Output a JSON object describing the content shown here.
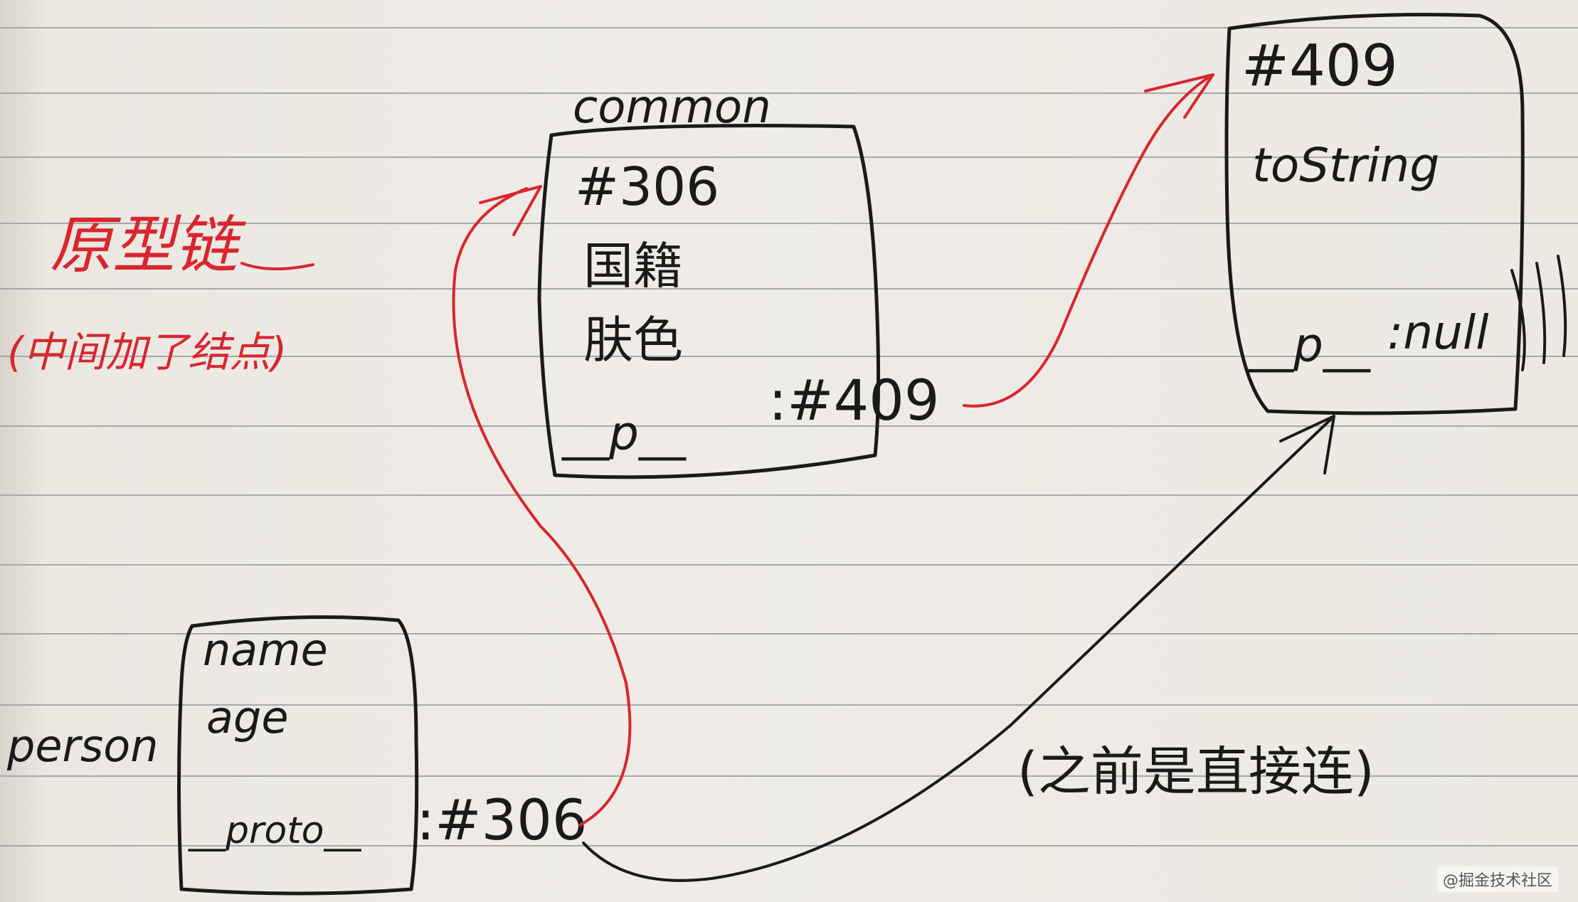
{
  "title": {
    "line1": "原型链",
    "line2": "(中间加了结点)"
  },
  "nodes": {
    "person": {
      "label": "person",
      "fields": [
        "name",
        "age"
      ],
      "proto_key": "__proto__",
      "proto_value": ":#306"
    },
    "common": {
      "label": "common",
      "id": "#306",
      "fields": [
        "国籍",
        "肤色"
      ],
      "proto_key": "__p__",
      "proto_value": ":#409"
    },
    "object": {
      "id": "#409",
      "fields": [
        "toString"
      ],
      "proto_key": "__p__",
      "proto_value": ":null"
    }
  },
  "annotations": {
    "old_link": "(之前是直接连)"
  },
  "watermark": "@掘金技术社区",
  "colors": {
    "ink": "#1a1a1a",
    "red_ink": "#d8262f",
    "paper": "#eeeae4",
    "rule": "#a7a8b0"
  }
}
